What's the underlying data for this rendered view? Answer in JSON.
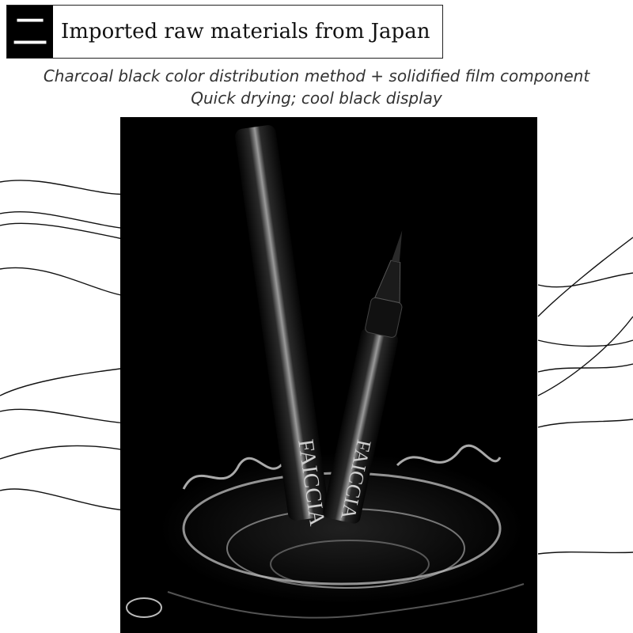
{
  "header": {
    "badge_glyph": "二",
    "title": "Imported raw materials from Japan"
  },
  "subtitle": {
    "line1": "Charcoal black color distribution method + solidified film component",
    "line2": "Quick drying; cool black display"
  },
  "product": {
    "brand_lettering": "FAICCIA",
    "pen_count": 2,
    "colors": {
      "background": "#000000",
      "pen_body": "#1a1a1a",
      "highlight": "#cfcfcf"
    }
  }
}
